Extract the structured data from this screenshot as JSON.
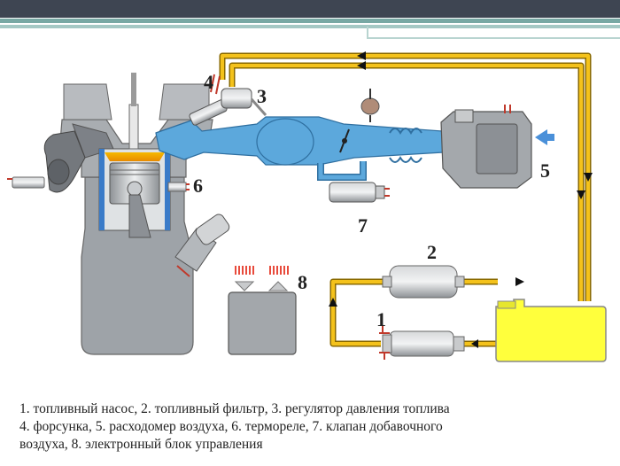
{
  "diagram": {
    "labels": {
      "n1": "1",
      "n2": "2",
      "n3": "3",
      "n4": "4",
      "n5": "5",
      "n6": "6",
      "n7": "7",
      "n8": "8"
    }
  },
  "caption": {
    "line1": "1. топливный насос,    2. топливный фильтр,    3. регулятор давления топлива",
    "line2": "4. форсунка,   5. расходомер воздуха,   6. термореле,   7. клапан добавочного",
    "line3": "воздуха, 8. электронный блок управления"
  },
  "colors": {
    "fuel_line": "#f4c21b",
    "air_intake": "#5ca8dc",
    "tank": "#ffff3c",
    "engine": "#9ea3a8"
  }
}
